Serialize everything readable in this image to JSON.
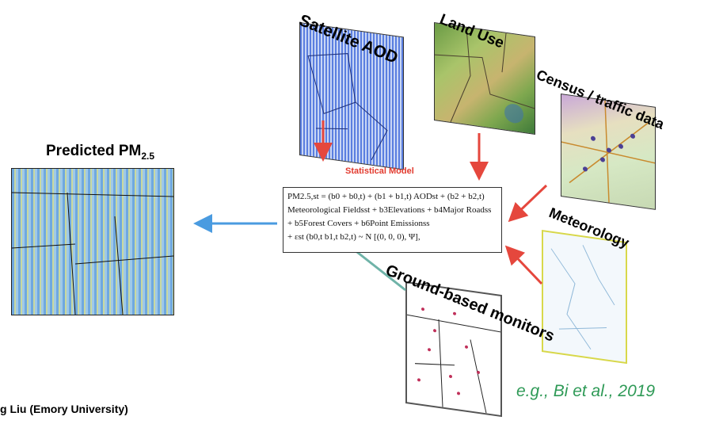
{
  "inputs": {
    "satellite_aod": "Satellite AOD",
    "land_use": "Land Use",
    "census_traffic": "Census / traffic data",
    "meteorology": "Meteorology",
    "ground_monitors": "Ground-based monitors"
  },
  "model": {
    "label": "Statistical Model",
    "equation_lines": [
      "PM2.5,st = (b0 + b0,t) + (b1 + b1,t) AODst + (b2 + b2,t)",
      "Meteorological Fieldsst + b3Elevations + b4Major Roadss",
      "+ b5Forest Covers + b6Point Emissionss",
      "+ εst (b0,t b1,t b2,t) ~ N [(0, 0, 0), Ψ],"
    ]
  },
  "output": {
    "title": "Predicted PM",
    "title_sub": "2.5"
  },
  "citation": "e.g., Bi et al., 2019",
  "credit": "g Liu (Emory University)",
  "colors": {
    "arrow_red": "#e5473d",
    "arrow_blue": "#4a9be0",
    "arrow_teal": "#6fb3a8",
    "citation_green": "#2f9a57",
    "meteorology_border": "#d8d84a"
  }
}
